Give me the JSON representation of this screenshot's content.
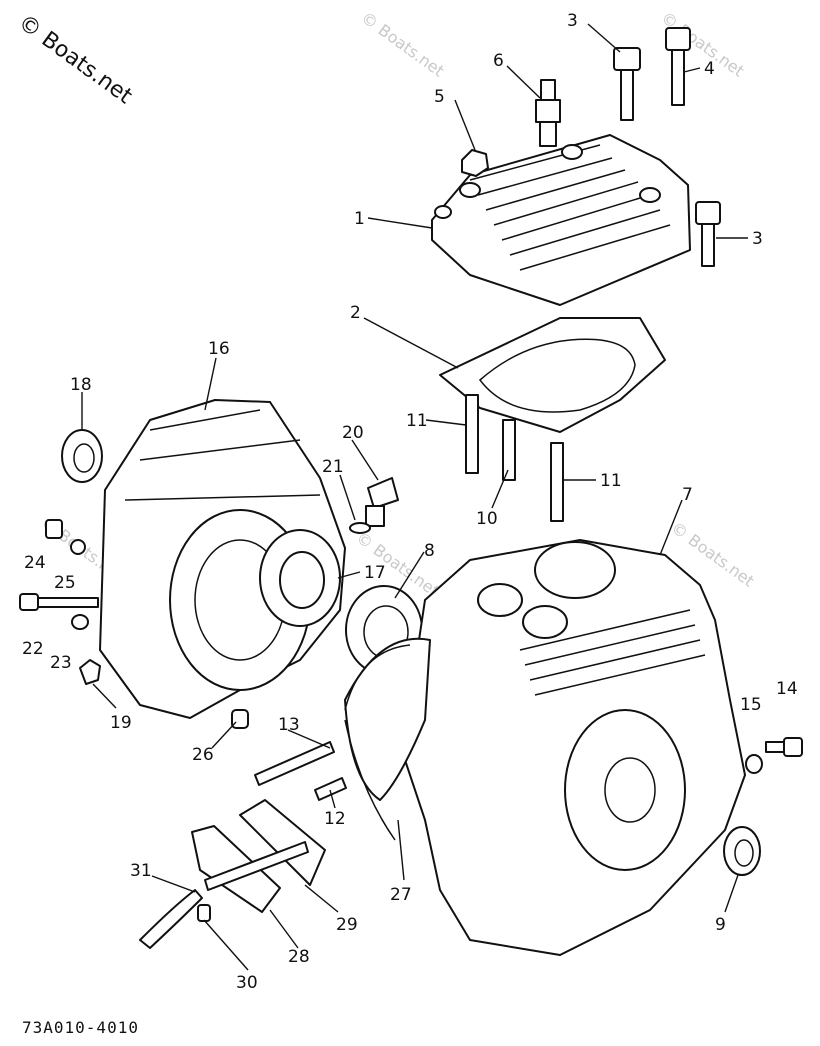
{
  "watermark": "© Boats.net",
  "diagram_code": "73A010-4010",
  "callouts": {
    "c1": "1",
    "c2": "2",
    "c3a": "3",
    "c3b": "3",
    "c4": "4",
    "c5": "5",
    "c6": "6",
    "c7": "7",
    "c8": "8",
    "c9": "9",
    "c10": "10",
    "c11a": "11",
    "c11b": "11",
    "c12": "12",
    "c13": "13",
    "c14": "14",
    "c15": "15",
    "c16": "16",
    "c17": "17",
    "c18": "18",
    "c19": "19",
    "c20": "20",
    "c21": "21",
    "c22": "22",
    "c23": "23",
    "c24": "24",
    "c25": "25",
    "c26": "26",
    "c27": "27",
    "c28": "28",
    "c29": "29",
    "c30": "30",
    "c31": "31"
  }
}
